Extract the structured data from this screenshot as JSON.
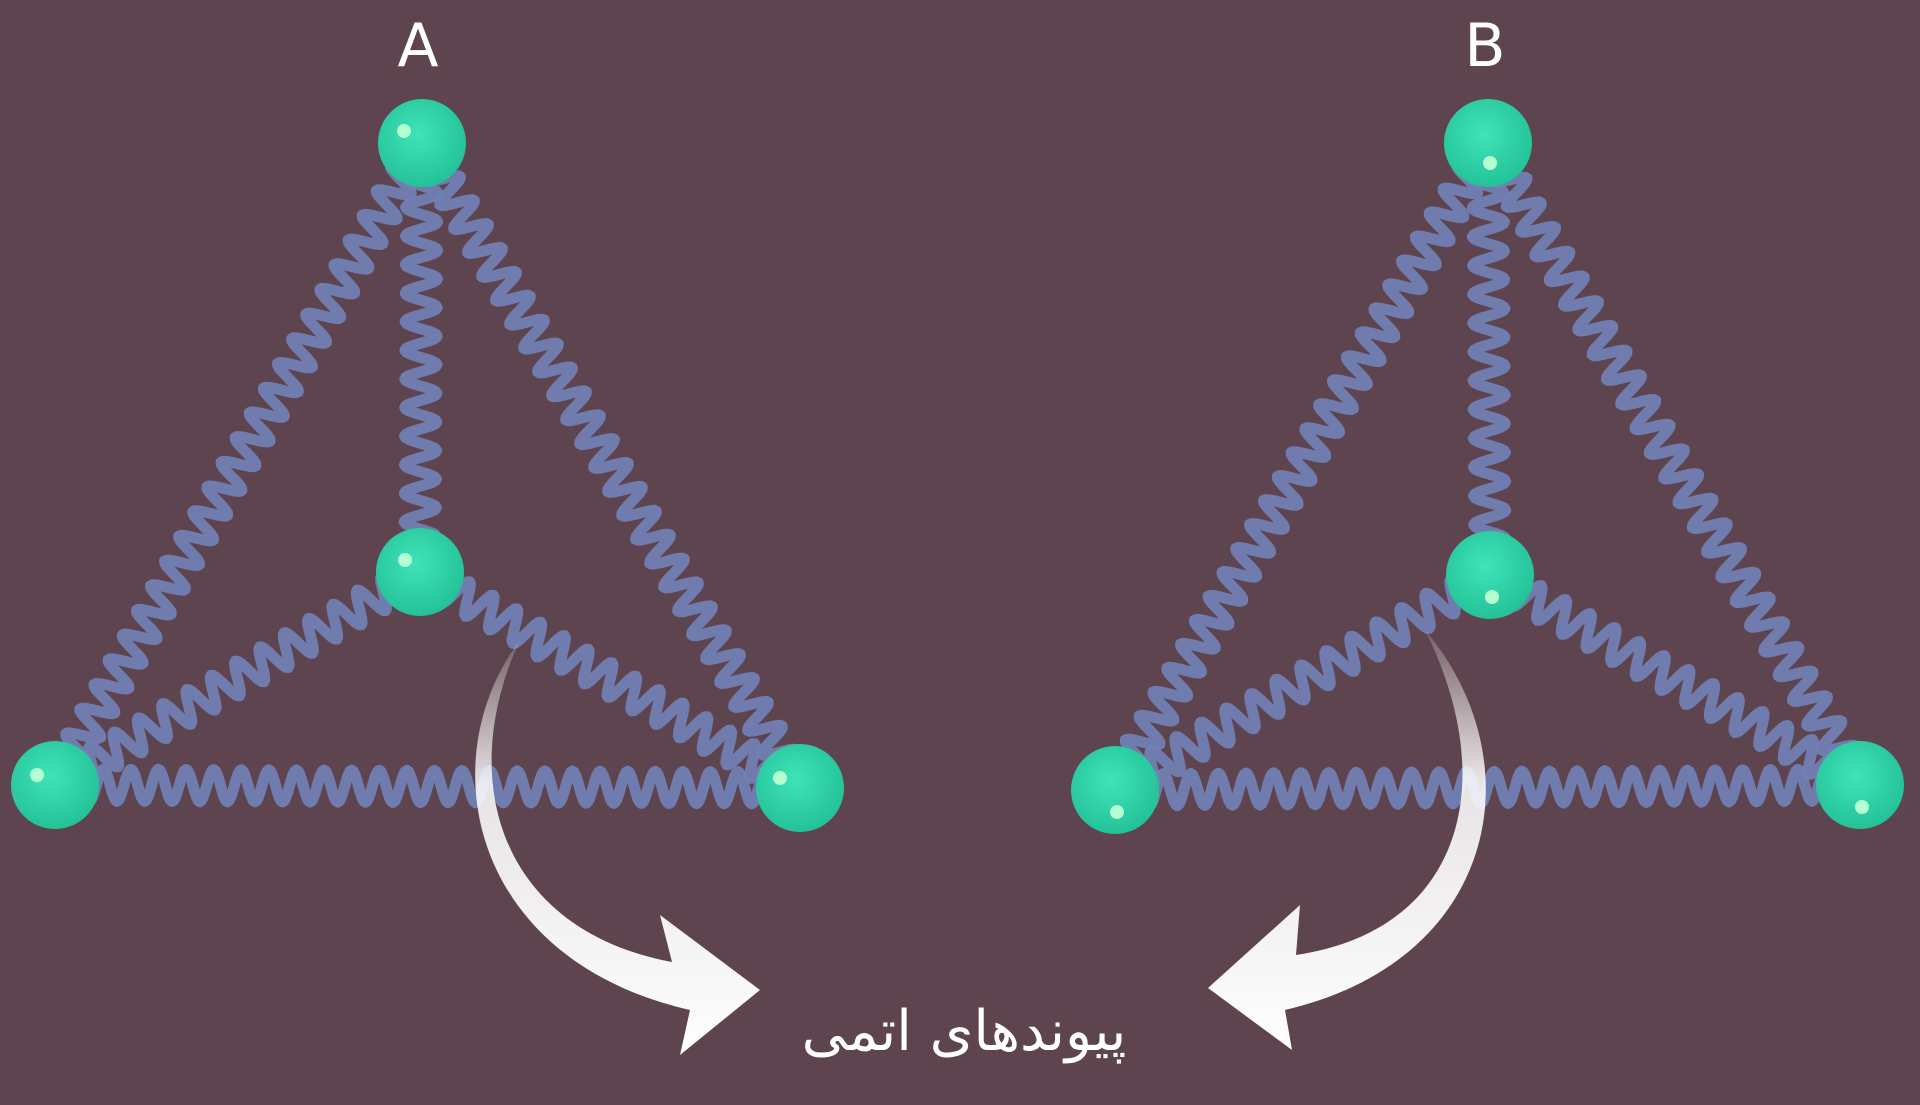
{
  "background_color": "#5e444f",
  "spring_color": "#7281b5",
  "atom_color": "#2fd1a6",
  "atom_highlight_color": "#b6ffd0",
  "arrow_color": "#ffffff",
  "molecules": [
    {
      "label": "A",
      "atom_count": 4,
      "bond_count": 6
    },
    {
      "label": "B",
      "atom_count": 4,
      "bond_count": 6
    }
  ],
  "caption": "پیوندهای اتمی"
}
